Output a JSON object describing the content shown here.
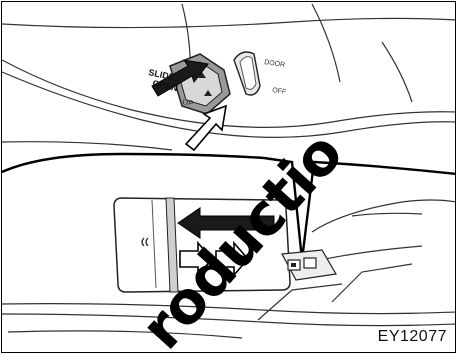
{
  "top_panel": {
    "slide_label": "SLIDE\nOPEN",
    "up_label": "UP",
    "door_label": "DOOR",
    "off_label": "OFF"
  },
  "figure_code": "EY12077",
  "watermark": "roductio"
}
